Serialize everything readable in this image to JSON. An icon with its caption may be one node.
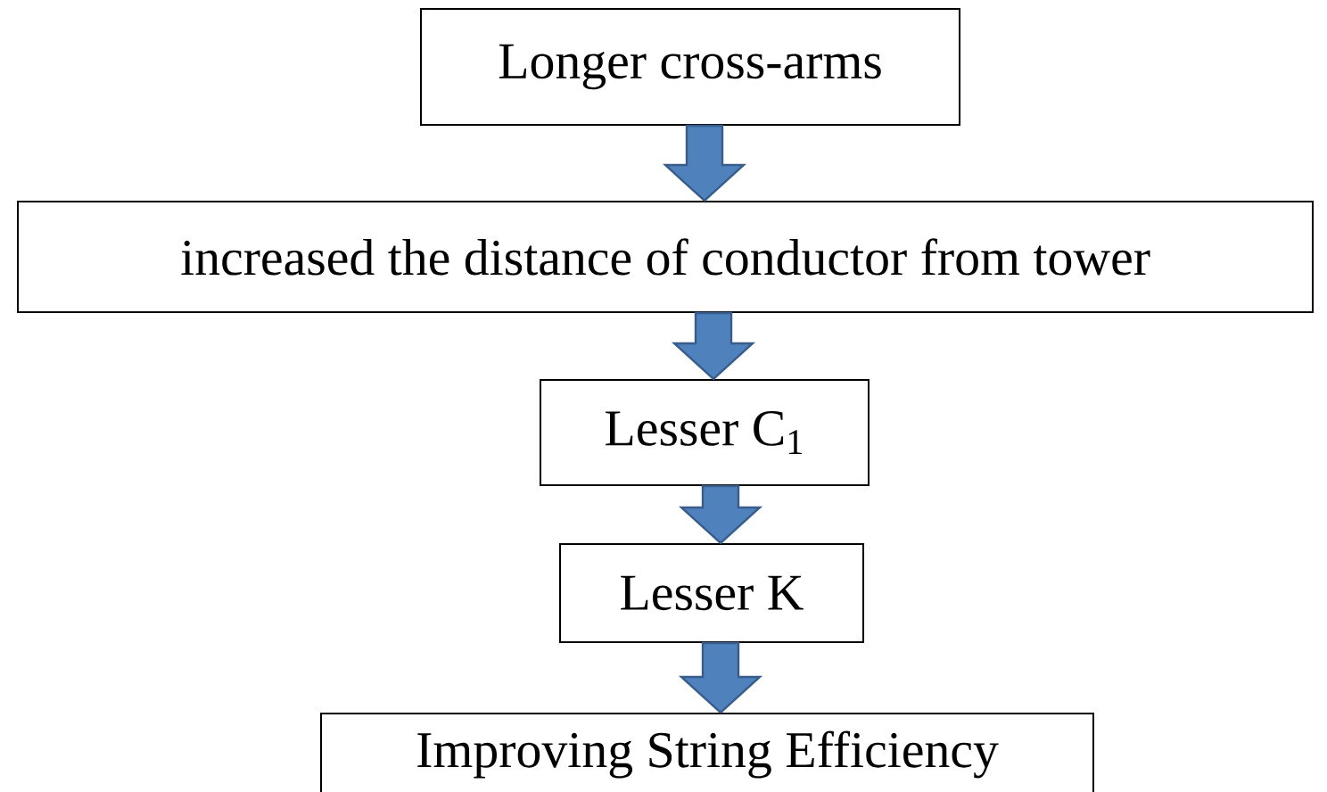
{
  "diagram": {
    "nodes": [
      {
        "text": [
          "Longer cross-arms"
        ]
      },
      {
        "text": [
          "increased the distance of conductor from tower"
        ]
      },
      {
        "text": [
          "Lesser C$_{1}$"
        ]
      },
      {
        "text": [
          "Lesser K"
        ]
      },
      {
        "text": [
          "Improving String Efficiency"
        ]
      }
    ],
    "edges": [
      {
        "from": 0,
        "to": 1,
        "arrow": "to"
      },
      {
        "from": 1,
        "to": 2,
        "arrow": "to"
      },
      {
        "from": 2,
        "to": 3,
        "arrow": "to"
      },
      {
        "from": 3,
        "to": 4,
        "arrow": "to"
      }
    ]
  }
}
